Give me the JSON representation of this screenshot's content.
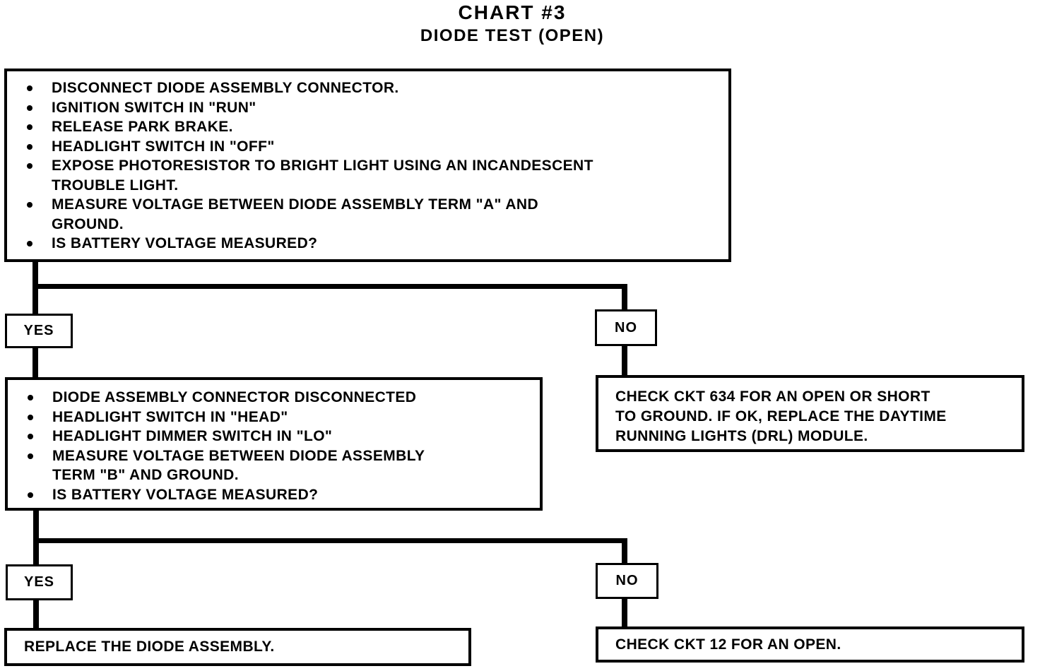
{
  "title": "CHART #3",
  "subtitle": "DIODE TEST (OPEN)",
  "colors": {
    "ink": "#000000",
    "paper": "#ffffff"
  },
  "step1": {
    "items": [
      [
        "DISCONNECT DIODE ASSEMBLY CONNECTOR."
      ],
      [
        "IGNITION SWITCH IN \"RUN\""
      ],
      [
        "RELEASE PARK BRAKE."
      ],
      [
        "HEADLIGHT SWITCH IN \"OFF\""
      ],
      [
        "EXPOSE PHOTORESISTOR TO BRIGHT LIGHT USING AN INCANDESCENT",
        "TROUBLE LIGHT."
      ],
      [
        "MEASURE VOLTAGE BETWEEN DIODE ASSEMBLY TERM \"A\" AND",
        "GROUND."
      ],
      [
        "IS BATTERY VOLTAGE MEASURED?"
      ]
    ]
  },
  "branch1": {
    "yes_label": "YES",
    "no_label": "NO"
  },
  "step2": {
    "items": [
      [
        "DIODE ASSEMBLY CONNECTOR DISCONNECTED"
      ],
      [
        "HEADLIGHT SWITCH IN \"HEAD\""
      ],
      [
        "HEADLIGHT DIMMER SWITCH IN \"LO\""
      ],
      [
        "MEASURE VOLTAGE BETWEEN DIODE ASSEMBLY",
        "TERM \"B\" AND GROUND."
      ],
      [
        "IS BATTERY VOLTAGE MEASURED?"
      ]
    ]
  },
  "no1_action": {
    "lines": [
      "CHECK CKT 634 FOR AN OPEN OR SHORT",
      "TO GROUND. IF OK, REPLACE THE DAYTIME",
      "RUNNING LIGHTS (DRL) MODULE."
    ]
  },
  "branch2": {
    "yes_label": "YES",
    "no_label": "NO"
  },
  "yes2_action": {
    "text": "REPLACE THE DIODE ASSEMBLY."
  },
  "no2_action": {
    "text": "CHECK CKT 12 FOR AN OPEN."
  }
}
